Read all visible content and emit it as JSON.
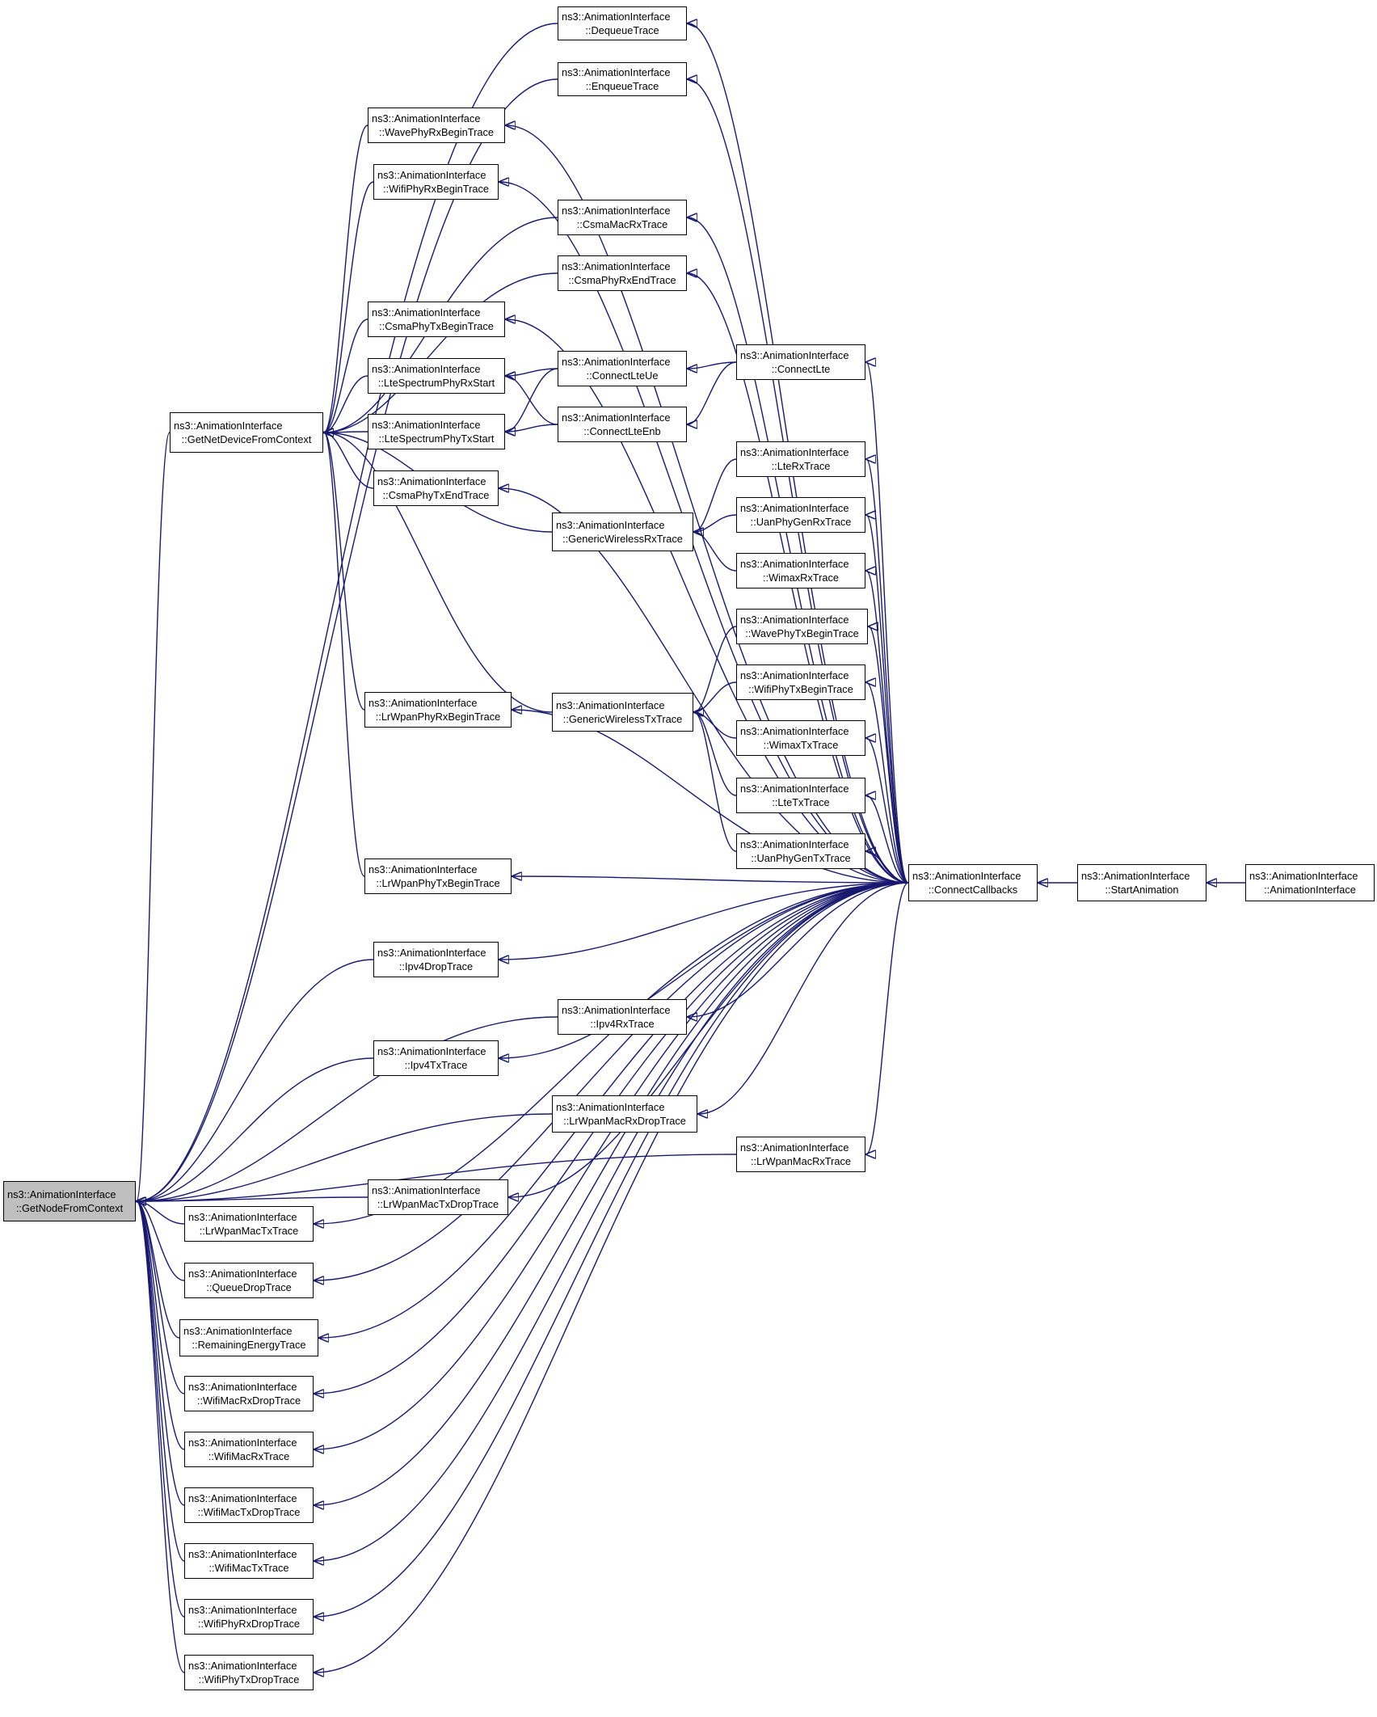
{
  "diagram": {
    "edge_color": "#191970",
    "root_fill": "#bfbfbf",
    "node_fill": "#ffffff",
    "nodes": [
      {
        "id": "getnode",
        "l1": "ns3::AnimationInterface",
        "l2": "::GetNodeFromContext",
        "root": true
      },
      {
        "id": "getnetdev",
        "l1": "ns3::AnimationInterface",
        "l2": "::GetNetDeviceFromContext"
      },
      {
        "id": "dequeue",
        "l1": "ns3::AnimationInterface",
        "l2": "::DequeueTrace"
      },
      {
        "id": "enqueue",
        "l1": "ns3::AnimationInterface",
        "l2": "::EnqueueTrace"
      },
      {
        "id": "waverxbegin",
        "l1": "ns3::AnimationInterface",
        "l2": "::WavePhyRxBeginTrace"
      },
      {
        "id": "wifirxbegin",
        "l1": "ns3::AnimationInterface",
        "l2": "::WifiPhyRxBeginTrace"
      },
      {
        "id": "csmamacrx",
        "l1": "ns3::AnimationInterface",
        "l2": "::CsmaMacRxTrace"
      },
      {
        "id": "csmaphyrxend",
        "l1": "ns3::AnimationInterface",
        "l2": "::CsmaPhyRxEndTrace"
      },
      {
        "id": "csmaphytxbegin",
        "l1": "ns3::AnimationInterface",
        "l2": "::CsmaPhyTxBeginTrace"
      },
      {
        "id": "ltespecrx",
        "l1": "ns3::AnimationInterface",
        "l2": "::LteSpectrumPhyRxStart"
      },
      {
        "id": "ltespectx",
        "l1": "ns3::AnimationInterface",
        "l2": "::LteSpectrumPhyTxStart"
      },
      {
        "id": "csmaphytxend",
        "l1": "ns3::AnimationInterface",
        "l2": "::CsmaPhyTxEndTrace"
      },
      {
        "id": "connectlteue",
        "l1": "ns3::AnimationInterface",
        "l2": "::ConnectLteUe"
      },
      {
        "id": "connectlteenb",
        "l1": "ns3::AnimationInterface",
        "l2": "::ConnectLteEnb"
      },
      {
        "id": "connectlte",
        "l1": "ns3::AnimationInterface",
        "l2": "::ConnectLte"
      },
      {
        "id": "genwirelessrx",
        "l1": "ns3::AnimationInterface",
        "l2": "::GenericWirelessRxTrace"
      },
      {
        "id": "lterx",
        "l1": "ns3::AnimationInterface",
        "l2": "::LteRxTrace"
      },
      {
        "id": "uanrx",
        "l1": "ns3::AnimationInterface",
        "l2": "::UanPhyGenRxTrace"
      },
      {
        "id": "wimaxrx",
        "l1": "ns3::AnimationInterface",
        "l2": "::WimaxRxTrace"
      },
      {
        "id": "wavetxbegin",
        "l1": "ns3::AnimationInterface",
        "l2": "::WavePhyTxBeginTrace"
      },
      {
        "id": "wifitxbegin",
        "l1": "ns3::AnimationInterface",
        "l2": "::WifiPhyTxBeginTrace"
      },
      {
        "id": "wimaxtx",
        "l1": "ns3::AnimationInterface",
        "l2": "::WimaxTxTrace"
      },
      {
        "id": "ltetx",
        "l1": "ns3::AnimationInterface",
        "l2": "::LteTxTrace"
      },
      {
        "id": "uantx",
        "l1": "ns3::AnimationInterface",
        "l2": "::UanPhyGenTxTrace"
      },
      {
        "id": "genwirelesstx",
        "l1": "ns3::AnimationInterface",
        "l2": "::GenericWirelessTxTrace"
      },
      {
        "id": "lrwpanrxbegin",
        "l1": "ns3::AnimationInterface",
        "l2": "::LrWpanPhyRxBeginTrace"
      },
      {
        "id": "lrwpantxbegin",
        "l1": "ns3::AnimationInterface",
        "l2": "::LrWpanPhyTxBeginTrace"
      },
      {
        "id": "connectcallbacks",
        "l1": "ns3::AnimationInterface",
        "l2": "::ConnectCallbacks"
      },
      {
        "id": "startanimation",
        "l1": "ns3::AnimationInterface",
        "l2": "::StartAnimation"
      },
      {
        "id": "animinterface",
        "l1": "ns3::AnimationInterface",
        "l2": "::AnimationInterface"
      },
      {
        "id": "ipv4drop",
        "l1": "ns3::AnimationInterface",
        "l2": "::Ipv4DropTrace"
      },
      {
        "id": "ipv4rx",
        "l1": "ns3::AnimationInterface",
        "l2": "::Ipv4RxTrace"
      },
      {
        "id": "ipv4tx",
        "l1": "ns3::AnimationInterface",
        "l2": "::Ipv4TxTrace"
      },
      {
        "id": "lrwpanmacrxdrop",
        "l1": "ns3::AnimationInterface",
        "l2": "::LrWpanMacRxDropTrace"
      },
      {
        "id": "lrwpanmacrx",
        "l1": "ns3::AnimationInterface",
        "l2": "::LrWpanMacRxTrace"
      },
      {
        "id": "lrwpanmactxdrop",
        "l1": "ns3::AnimationInterface",
        "l2": "::LrWpanMacTxDropTrace"
      },
      {
        "id": "lrwpanmactx",
        "l1": "ns3::AnimationInterface",
        "l2": "::LrWpanMacTxTrace"
      },
      {
        "id": "queuedrop",
        "l1": "ns3::AnimationInterface",
        "l2": "::QueueDropTrace"
      },
      {
        "id": "remainingenergy",
        "l1": "ns3::AnimationInterface",
        "l2": "::RemainingEnergyTrace"
      },
      {
        "id": "wifimacrxdrop",
        "l1": "ns3::AnimationInterface",
        "l2": "::WifiMacRxDropTrace"
      },
      {
        "id": "wifimacrx",
        "l1": "ns3::AnimationInterface",
        "l2": "::WifiMacRxTrace"
      },
      {
        "id": "wifimactxdrop",
        "l1": "ns3::AnimationInterface",
        "l2": "::WifiMacTxDropTrace"
      },
      {
        "id": "wifimactx",
        "l1": "ns3::AnimationInterface",
        "l2": "::WifiMacTxTrace"
      },
      {
        "id": "wifiphyrxdrop",
        "l1": "ns3::AnimationInterface",
        "l2": "::WifiPhyRxDropTrace"
      },
      {
        "id": "wifiphytxdrop",
        "l1": "ns3::AnimationInterface",
        "l2": "::WifiPhyTxDropTrace"
      }
    ],
    "edges": [
      [
        "dequeue",
        "getnode"
      ],
      [
        "enqueue",
        "getnode"
      ],
      [
        "ipv4drop",
        "getnode"
      ],
      [
        "ipv4rx",
        "getnode"
      ],
      [
        "ipv4tx",
        "getnode"
      ],
      [
        "lrwpanmacrxdrop",
        "getnode"
      ],
      [
        "lrwpanmacrx",
        "getnode"
      ],
      [
        "lrwpanmactxdrop",
        "getnode"
      ],
      [
        "lrwpanmactx",
        "getnode"
      ],
      [
        "queuedrop",
        "getnode"
      ],
      [
        "remainingenergy",
        "getnode"
      ],
      [
        "wifimacrxdrop",
        "getnode"
      ],
      [
        "wifimacrx",
        "getnode"
      ],
      [
        "wifimactxdrop",
        "getnode"
      ],
      [
        "wifimactx",
        "getnode"
      ],
      [
        "wifiphyrxdrop",
        "getnode"
      ],
      [
        "wifiphytxdrop",
        "getnode"
      ],
      [
        "getnetdev",
        "getnode"
      ],
      [
        "waverxbegin",
        "getnetdev"
      ],
      [
        "wifirxbegin",
        "getnetdev"
      ],
      [
        "csmamacrx",
        "getnetdev"
      ],
      [
        "csmaphyrxend",
        "getnetdev"
      ],
      [
        "csmaphytxbegin",
        "getnetdev"
      ],
      [
        "ltespecrx",
        "getnetdev"
      ],
      [
        "ltespectx",
        "getnetdev"
      ],
      [
        "csmaphytxend",
        "getnetdev"
      ],
      [
        "genwirelessrx",
        "getnetdev"
      ],
      [
        "genwirelesstx",
        "getnetdev"
      ],
      [
        "lrwpanrxbegin",
        "getnetdev"
      ],
      [
        "lrwpantxbegin",
        "getnetdev"
      ],
      [
        "connectlteue",
        "ltespecrx"
      ],
      [
        "connectlteenb",
        "ltespecrx"
      ],
      [
        "connectlteue",
        "ltespectx"
      ],
      [
        "connectlteenb",
        "ltespectx"
      ],
      [
        "connectlte",
        "connectlteue"
      ],
      [
        "connectlte",
        "connectlteenb"
      ],
      [
        "lterx",
        "genwirelessrx"
      ],
      [
        "uanrx",
        "genwirelessrx"
      ],
      [
        "wimaxrx",
        "genwirelessrx"
      ],
      [
        "wavetxbegin",
        "genwirelesstx"
      ],
      [
        "wifitxbegin",
        "genwirelesstx"
      ],
      [
        "wimaxtx",
        "genwirelesstx"
      ],
      [
        "ltetx",
        "genwirelesstx"
      ],
      [
        "uantx",
        "genwirelesstx"
      ],
      [
        "connectcallbacks",
        "dequeue"
      ],
      [
        "connectcallbacks",
        "enqueue"
      ],
      [
        "connectcallbacks",
        "waverxbegin"
      ],
      [
        "connectcallbacks",
        "wifirxbegin"
      ],
      [
        "connectcallbacks",
        "csmamacrx"
      ],
      [
        "connectcallbacks",
        "csmaphyrxend"
      ],
      [
        "connectcallbacks",
        "csmaphytxbegin"
      ],
      [
        "connectcallbacks",
        "csmaphytxend"
      ],
      [
        "connectcallbacks",
        "connectlte"
      ],
      [
        "connectcallbacks",
        "lterx"
      ],
      [
        "connectcallbacks",
        "uanrx"
      ],
      [
        "connectcallbacks",
        "wimaxrx"
      ],
      [
        "connectcallbacks",
        "wavetxbegin"
      ],
      [
        "connectcallbacks",
        "wifitxbegin"
      ],
      [
        "connectcallbacks",
        "wimaxtx"
      ],
      [
        "connectcallbacks",
        "ltetx"
      ],
      [
        "connectcallbacks",
        "uantx"
      ],
      [
        "connectcallbacks",
        "lrwpanrxbegin"
      ],
      [
        "connectcallbacks",
        "lrwpantxbegin"
      ],
      [
        "connectcallbacks",
        "ipv4drop"
      ],
      [
        "connectcallbacks",
        "ipv4rx"
      ],
      [
        "connectcallbacks",
        "ipv4tx"
      ],
      [
        "connectcallbacks",
        "lrwpanmacrxdrop"
      ],
      [
        "connectcallbacks",
        "lrwpanmacrx"
      ],
      [
        "connectcallbacks",
        "lrwpanmactxdrop"
      ],
      [
        "connectcallbacks",
        "lrwpanmactx"
      ],
      [
        "connectcallbacks",
        "queuedrop"
      ],
      [
        "connectcallbacks",
        "remainingenergy"
      ],
      [
        "connectcallbacks",
        "wifimacrxdrop"
      ],
      [
        "connectcallbacks",
        "wifimacrx"
      ],
      [
        "connectcallbacks",
        "wifimactxdrop"
      ],
      [
        "connectcallbacks",
        "wifimactx"
      ],
      [
        "connectcallbacks",
        "wifiphyrxdrop"
      ],
      [
        "connectcallbacks",
        "wifiphytxdrop"
      ],
      [
        "startanimation",
        "connectcallbacks"
      ],
      [
        "animinterface",
        "startanimation"
      ]
    ]
  }
}
